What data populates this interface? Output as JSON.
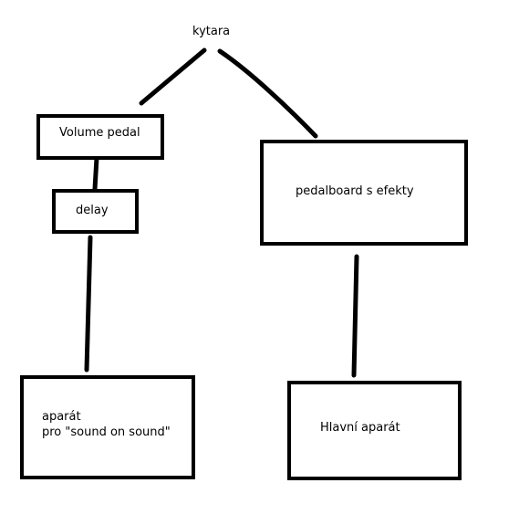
{
  "nodes": {
    "root": {
      "label": "kytara"
    },
    "volume_pedal": {
      "label": "Volume pedal"
    },
    "delay": {
      "label": "delay"
    },
    "pedalboard": {
      "label": "pedalboard s efekty"
    },
    "sos_amp": {
      "line1": "aparát",
      "line2": "pro \"sound on sound\""
    },
    "main_amp": {
      "label": "Hlavní aparát"
    }
  },
  "colors": {
    "stroke": "#000000",
    "background": "#ffffff"
  }
}
